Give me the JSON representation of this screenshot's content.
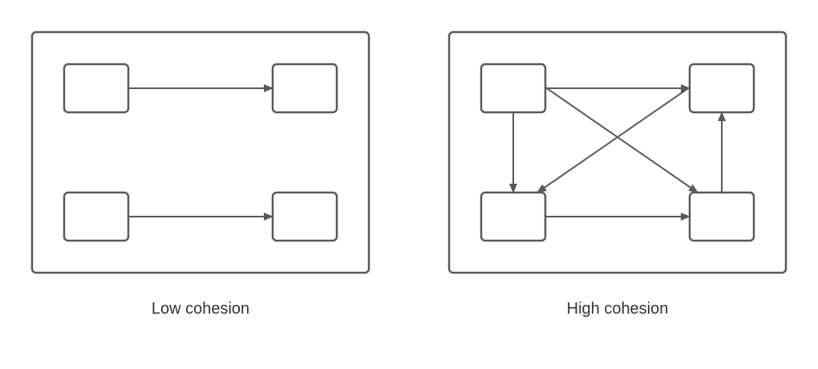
{
  "diagrams": [
    {
      "id": "low",
      "caption": "Low cohesion",
      "arrows": [
        {
          "from": "top-left",
          "to": "top-right"
        },
        {
          "from": "bottom-left",
          "to": "bottom-right"
        }
      ]
    },
    {
      "id": "high",
      "caption": "High cohesion",
      "arrows": [
        {
          "from": "top-left",
          "to": "top-right"
        },
        {
          "from": "top-left",
          "to": "bottom-left"
        },
        {
          "from": "top-left",
          "to": "bottom-right"
        },
        {
          "from": "top-right",
          "to": "bottom-left"
        },
        {
          "from": "bottom-left",
          "to": "bottom-right"
        },
        {
          "from": "bottom-right",
          "to": "top-right"
        }
      ]
    }
  ],
  "colors": {
    "stroke": "#595959",
    "caption_text": "#333333",
    "background": "#ffffff"
  }
}
